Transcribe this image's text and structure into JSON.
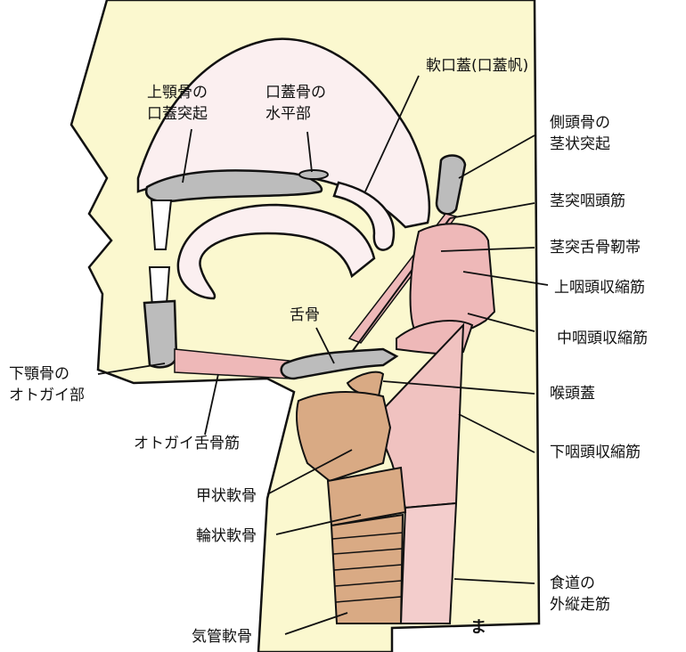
{
  "labels": {
    "maxilla_palatine": "上顎骨の\n口蓋突起",
    "palatine_horizontal": "口蓋骨の\n水平部",
    "soft_palate": "軟口蓋(口蓋帆)",
    "styloid": "側頭骨の\n茎状突起",
    "stylopharyngeus": "茎突咽頭筋",
    "stylohyoid_ligament": "茎突舌骨靭帯",
    "superior_constrictor": "上咽頭収縮筋",
    "middle_constrictor": "中咽頭収縮筋",
    "hyoid": "舌骨",
    "mandible_mental": "下顎骨の\nオトガイ部",
    "epiglottis": "喉頭蓋",
    "geniohyoid": "オトガイ舌骨筋",
    "inferior_constrictor": "下咽頭収縮筋",
    "thyroid_cartilage": "甲状軟骨",
    "cricoid_cartilage": "輪状軟骨",
    "esophagus_longitudinal": "食道の\n外縦走筋",
    "tracheal_cartilage": "気管軟骨"
  },
  "signature": "ま",
  "colors": {
    "background": "#fbf8cf",
    "soft_tissue": "#fbeff0",
    "bone": "#bcbcbc",
    "muscle": "#eeb8b8",
    "cartilage": "#d9aa84",
    "outline": "#111111"
  }
}
